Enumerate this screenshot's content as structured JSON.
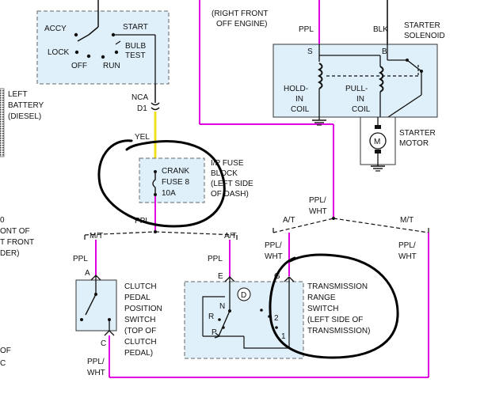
{
  "ignition": {
    "accy": "ACCY",
    "start": "START",
    "lock": "LOCK",
    "bulb": "BULB",
    "test": "TEST",
    "off": "OFF",
    "run": "RUN"
  },
  "battery": [
    "LEFT",
    "BATTERY",
    "(DIESEL)"
  ],
  "left_partial": [
    "0",
    "ONT OF",
    "T FRONT",
    "DER)",
    "OF",
    "C"
  ],
  "top_label": [
    "(RIGHT FRONT",
    "OFF ENGINE)"
  ],
  "starter": {
    "ppl": "PPL",
    "blk": "BLK",
    "s": "S",
    "b": "B",
    "solenoid": [
      "STARTER",
      "SOLENOID"
    ],
    "hold_coil": [
      "HOLD-",
      "IN",
      "COIL"
    ],
    "pull_coil": [
      "PULL-",
      "IN",
      "COIL"
    ],
    "motor": [
      "STARTER",
      "MOTOR"
    ],
    "m": "M"
  },
  "connector": {
    "nca": "NCA",
    "d1": "D1"
  },
  "wires": {
    "yel": "YEL",
    "ppl": "PPL",
    "mt": "M/T",
    "at": "A/T",
    "ppl_wht": [
      "PPL/",
      "WHT"
    ]
  },
  "fuse": {
    "label": [
      "CRANK",
      "FUSE 8",
      "10A"
    ],
    "block": [
      "I/P FUSE",
      "BLOCK",
      "(LEFT SIDE",
      "OF DASH)"
    ]
  },
  "clutch": {
    "a": "A",
    "c": "C",
    "label": [
      "CLUTCH",
      "PEDAL",
      "POSITION",
      "SWITCH",
      "(TOP OF",
      "CLUTCH",
      "PEDAL)"
    ]
  },
  "trs": {
    "e": "E",
    "g": "G",
    "d": "D",
    "n": "N",
    "r": "R",
    "p": "P",
    "two": "2",
    "one": "1",
    "label": [
      "TRANSMISSION",
      "RANGE",
      "SWITCH",
      "(LEFT SIDE OF",
      "TRANSMISSION)"
    ]
  },
  "colors": {
    "panel_fill": "#dff0fa",
    "ppl_wire": "#e000e0",
    "yel_wire": "#f0e020",
    "ink": "#111111",
    "dashed_border": "#666666"
  }
}
